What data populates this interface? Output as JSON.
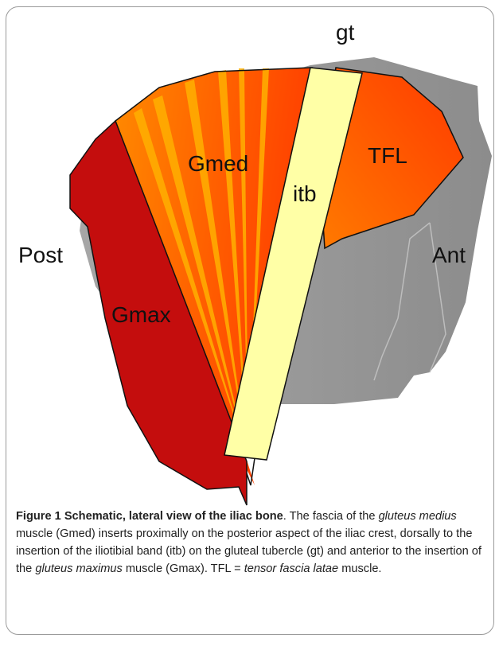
{
  "diagram": {
    "labels": {
      "gt": "gt",
      "post": "Post",
      "ant": "Ant",
      "gmed": "Gmed",
      "gmax": "Gmax",
      "itb": "itb",
      "tfl": "TFL"
    },
    "colors": {
      "bone_light": "#a6a6a6",
      "bone_dark": "#8c8c8c",
      "gmax": "#c40d0d",
      "gmed_light": "#ff8a00",
      "gmed_dark": "#ff3c00",
      "gmed_stripe": "#ffb000",
      "tfl_light": "#ff7a00",
      "tfl_dark": "#ff3a00",
      "itb": "#ffffa6"
    }
  },
  "caption": {
    "title": "Figure 1 Schematic, lateral view of the iliac bone",
    "t1": ". The fascia of the ",
    "em1": "gluteus medius",
    "t2": " muscle (Gmed) inserts proximally on the posterior aspect of the iliac crest, dorsally to the insertion of the iliotibial band (itb) on the gluteal tubercle (gt) and anterior to the insertion of the ",
    "em2": "gluteus maximus",
    "t3": " muscle (Gmax). TFL = ",
    "em3": "tensor fascia latae",
    "t4": " muscle."
  }
}
